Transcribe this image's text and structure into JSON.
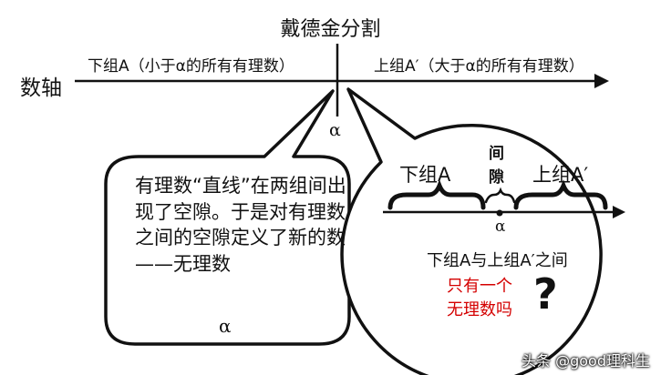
{
  "title": "戴德金分割",
  "axis_label": "数轴",
  "lower_set_desc": "下组A（小于α的所有有理数）",
  "upper_set_desc": "上组A′（大于α的所有有理数）",
  "cut_symbol": "α",
  "left_bubble": {
    "text": "有理数“直线”在两组间出现了空隙。于是对有理数之间的空隙定义了新的数——无理数",
    "symbol": "α"
  },
  "zoom_bubble": {
    "lower_label": "下组A",
    "gap_label_1": "间",
    "gap_label_2": "隙",
    "upper_label": "上组A′",
    "symbol": "α",
    "statement": "下组A与上组A′之间",
    "question_line1": "只有一个",
    "question_line2": "无理数吗",
    "question_mark": "?"
  },
  "watermark": "头条 @good理科生"
}
